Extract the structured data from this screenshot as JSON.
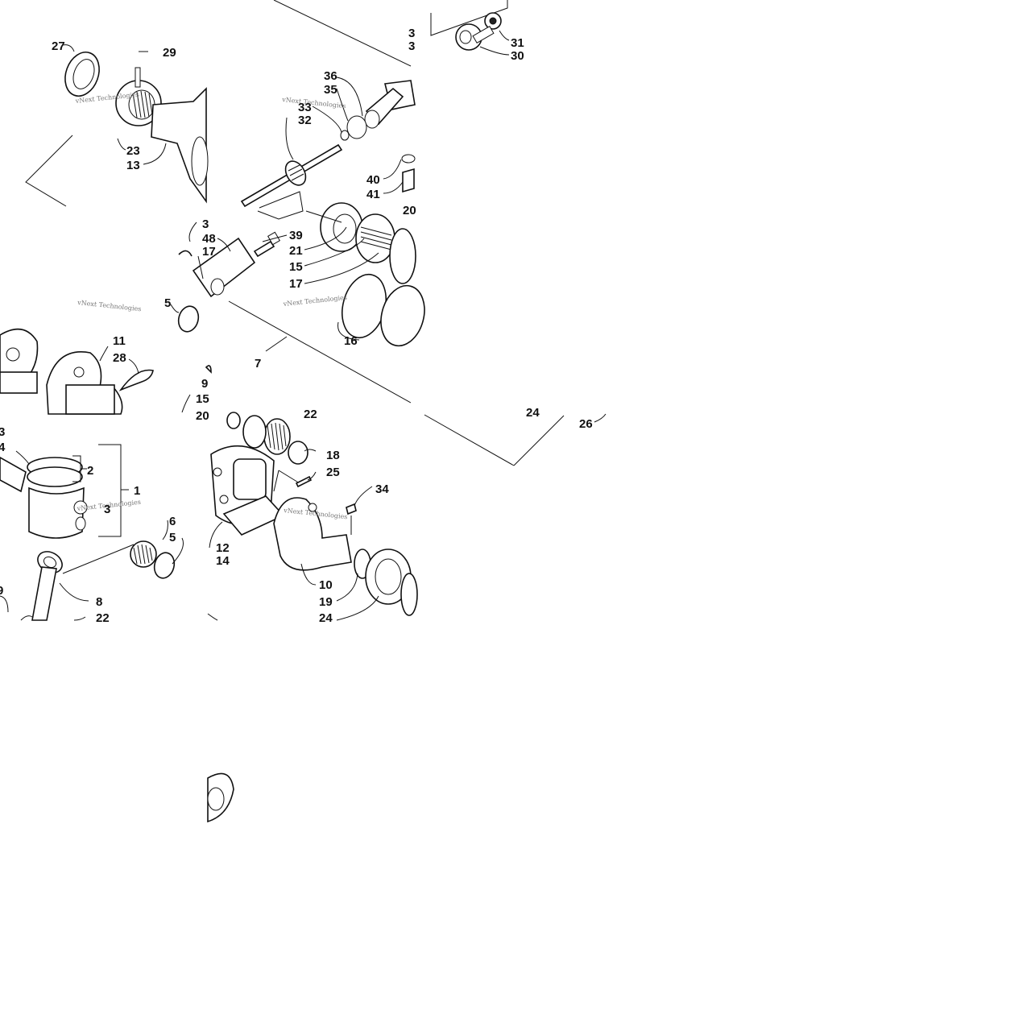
{
  "diagram": {
    "watermark": "vNext Technologies",
    "callouts": [
      {
        "id": "c27a",
        "text": "27"
      },
      {
        "id": "c29",
        "text": "29"
      },
      {
        "id": "c23",
        "text": "23"
      },
      {
        "id": "c13",
        "text": "13"
      },
      {
        "id": "c3a",
        "text": "3"
      },
      {
        "id": "c3b",
        "text": "3"
      },
      {
        "id": "c31",
        "text": "31"
      },
      {
        "id": "c30",
        "text": "30"
      },
      {
        "id": "c36",
        "text": "36"
      },
      {
        "id": "c35",
        "text": "35"
      },
      {
        "id": "c33",
        "text": "33"
      },
      {
        "id": "c32",
        "text": "32"
      },
      {
        "id": "c40",
        "text": "40"
      },
      {
        "id": "c41",
        "text": "41"
      },
      {
        "id": "c20a",
        "text": "20"
      },
      {
        "id": "c3c",
        "text": "3"
      },
      {
        "id": "c48",
        "text": "48"
      },
      {
        "id": "c17a",
        "text": "17"
      },
      {
        "id": "c39",
        "text": "39"
      },
      {
        "id": "c21",
        "text": "21"
      },
      {
        "id": "c15a",
        "text": "15"
      },
      {
        "id": "c17b",
        "text": "17"
      },
      {
        "id": "c5a",
        "text": "5"
      },
      {
        "id": "c16",
        "text": "16"
      },
      {
        "id": "c7",
        "text": "7"
      },
      {
        "id": "c11",
        "text": "11"
      },
      {
        "id": "c28",
        "text": "28"
      },
      {
        "id": "c9",
        "text": "9"
      },
      {
        "id": "c15b",
        "text": "15"
      },
      {
        "id": "c20b",
        "text": "20"
      },
      {
        "id": "c22a",
        "text": "22"
      },
      {
        "id": "c24a",
        "text": "24"
      },
      {
        "id": "c26",
        "text": "26"
      },
      {
        "id": "c3d",
        "text": "3"
      },
      {
        "id": "c4",
        "text": "4"
      },
      {
        "id": "c2",
        "text": "2"
      },
      {
        "id": "c1",
        "text": "1"
      },
      {
        "id": "c3e",
        "text": "3"
      },
      {
        "id": "c6",
        "text": "6"
      },
      {
        "id": "c5b",
        "text": "5"
      },
      {
        "id": "c8",
        "text": "8"
      },
      {
        "id": "c9b",
        "text": "9"
      },
      {
        "id": "c22b",
        "text": "22"
      },
      {
        "id": "c18",
        "text": "18"
      },
      {
        "id": "c25",
        "text": "25"
      },
      {
        "id": "c34",
        "text": "34"
      },
      {
        "id": "c12",
        "text": "12"
      },
      {
        "id": "c14",
        "text": "14"
      },
      {
        "id": "c10",
        "text": "10"
      },
      {
        "id": "c19",
        "text": "19"
      },
      {
        "id": "c24b",
        "text": "24"
      }
    ]
  }
}
